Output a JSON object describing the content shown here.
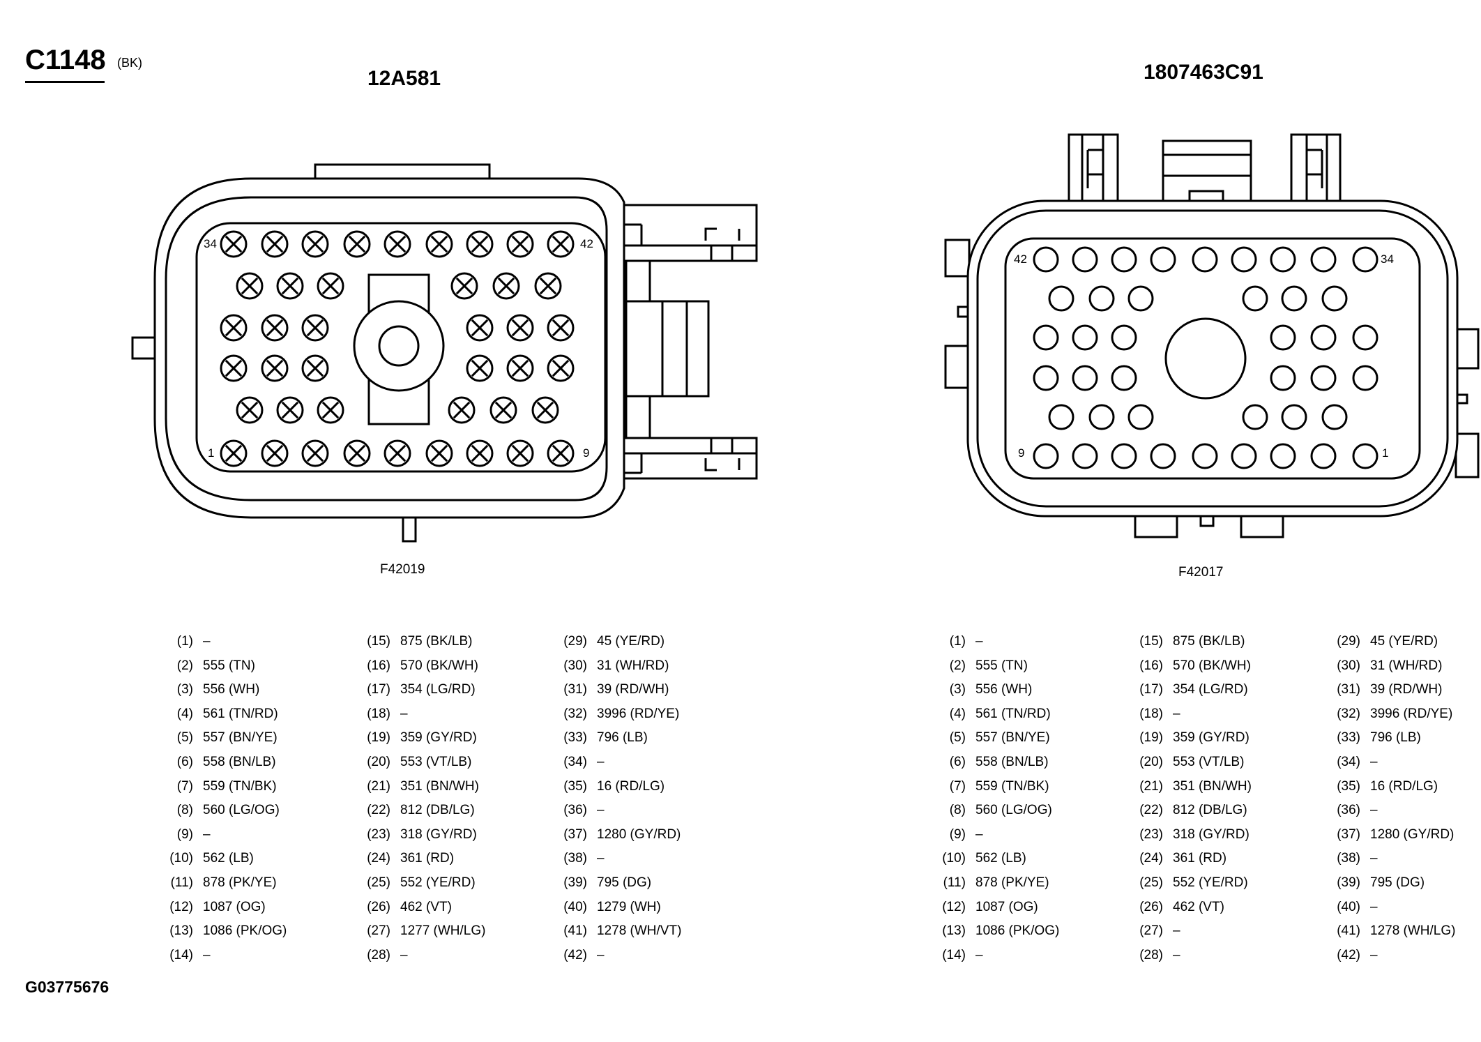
{
  "header": {
    "connector_id": "C1148",
    "connector_color": "(BK)",
    "left_part_number": "12A581",
    "right_part_number": "1807463C91"
  },
  "left_view": {
    "figure_id": "F42019",
    "pin_labels": {
      "top_left": "34",
      "top_right": "42",
      "bottom_left": "1",
      "bottom_right": "9"
    }
  },
  "right_view": {
    "figure_id": "F42017",
    "pin_labels": {
      "top_left": "42",
      "top_right": "34",
      "bottom_left": "9",
      "bottom_right": "1"
    }
  },
  "pins_left": [
    {
      "n": "(1)",
      "v": "–"
    },
    {
      "n": "(2)",
      "v": "555 (TN)"
    },
    {
      "n": "(3)",
      "v": "556 (WH)"
    },
    {
      "n": "(4)",
      "v": "561 (TN/RD)"
    },
    {
      "n": "(5)",
      "v": "557 (BN/YE)"
    },
    {
      "n": "(6)",
      "v": "558 (BN/LB)"
    },
    {
      "n": "(7)",
      "v": "559 (TN/BK)"
    },
    {
      "n": "(8)",
      "v": "560 (LG/OG)"
    },
    {
      "n": "(9)",
      "v": "–"
    },
    {
      "n": "(10)",
      "v": "562 (LB)"
    },
    {
      "n": "(11)",
      "v": "878 (PK/YE)"
    },
    {
      "n": "(12)",
      "v": "1087 (OG)"
    },
    {
      "n": "(13)",
      "v": "1086 (PK/OG)"
    },
    {
      "n": "(14)",
      "v": "–"
    },
    {
      "n": "(15)",
      "v": "875 (BK/LB)"
    },
    {
      "n": "(16)",
      "v": "570 (BK/WH)"
    },
    {
      "n": "(17)",
      "v": "354 (LG/RD)"
    },
    {
      "n": "(18)",
      "v": "–"
    },
    {
      "n": "(19)",
      "v": "359 (GY/RD)"
    },
    {
      "n": "(20)",
      "v": "553 (VT/LB)"
    },
    {
      "n": "(21)",
      "v": "351 (BN/WH)"
    },
    {
      "n": "(22)",
      "v": "812 (DB/LG)"
    },
    {
      "n": "(23)",
      "v": "318 (GY/RD)"
    },
    {
      "n": "(24)",
      "v": "361 (RD)"
    },
    {
      "n": "(25)",
      "v": "552 (YE/RD)"
    },
    {
      "n": "(26)",
      "v": "462 (VT)"
    },
    {
      "n": "(27)",
      "v": "1277 (WH/LG)"
    },
    {
      "n": "(28)",
      "v": "–"
    },
    {
      "n": "(29)",
      "v": "45 (YE/RD)"
    },
    {
      "n": "(30)",
      "v": "31 (WH/RD)"
    },
    {
      "n": "(31)",
      "v": "39 (RD/WH)"
    },
    {
      "n": "(32)",
      "v": "3996 (RD/YE)"
    },
    {
      "n": "(33)",
      "v": "796 (LB)"
    },
    {
      "n": "(34)",
      "v": "–"
    },
    {
      "n": "(35)",
      "v": "16 (RD/LG)"
    },
    {
      "n": "(36)",
      "v": "–"
    },
    {
      "n": "(37)",
      "v": "1280 (GY/RD)"
    },
    {
      "n": "(38)",
      "v": "–"
    },
    {
      "n": "(39)",
      "v": "795 (DG)"
    },
    {
      "n": "(40)",
      "v": "1279 (WH)"
    },
    {
      "n": "(41)",
      "v": "1278 (WH/VT)"
    },
    {
      "n": "(42)",
      "v": "–"
    }
  ],
  "pins_right": [
    {
      "n": "(1)",
      "v": "–"
    },
    {
      "n": "(2)",
      "v": "555 (TN)"
    },
    {
      "n": "(3)",
      "v": "556 (WH)"
    },
    {
      "n": "(4)",
      "v": "561 (TN/RD)"
    },
    {
      "n": "(5)",
      "v": "557 (BN/YE)"
    },
    {
      "n": "(6)",
      "v": "558 (BN/LB)"
    },
    {
      "n": "(7)",
      "v": "559 (TN/BK)"
    },
    {
      "n": "(8)",
      "v": "560 (LG/OG)"
    },
    {
      "n": "(9)",
      "v": "–"
    },
    {
      "n": "(10)",
      "v": "562 (LB)"
    },
    {
      "n": "(11)",
      "v": "878 (PK/YE)"
    },
    {
      "n": "(12)",
      "v": "1087 (OG)"
    },
    {
      "n": "(13)",
      "v": "1086 (PK/OG)"
    },
    {
      "n": "(14)",
      "v": "–"
    },
    {
      "n": "(15)",
      "v": "875 (BK/LB)"
    },
    {
      "n": "(16)",
      "v": "570 (BK/WH)"
    },
    {
      "n": "(17)",
      "v": "354 (LG/RD)"
    },
    {
      "n": "(18)",
      "v": "–"
    },
    {
      "n": "(19)",
      "v": "359 (GY/RD)"
    },
    {
      "n": "(20)",
      "v": "553 (VT/LB)"
    },
    {
      "n": "(21)",
      "v": "351 (BN/WH)"
    },
    {
      "n": "(22)",
      "v": "812 (DB/LG)"
    },
    {
      "n": "(23)",
      "v": "318 (GY/RD)"
    },
    {
      "n": "(24)",
      "v": "361 (RD)"
    },
    {
      "n": "(25)",
      "v": "552 (YE/RD)"
    },
    {
      "n": "(26)",
      "v": "462 (VT)"
    },
    {
      "n": "(27)",
      "v": "–"
    },
    {
      "n": "(28)",
      "v": "–"
    },
    {
      "n": "(29)",
      "v": "45 (YE/RD)"
    },
    {
      "n": "(30)",
      "v": "31 (WH/RD)"
    },
    {
      "n": "(31)",
      "v": "39 (RD/WH)"
    },
    {
      "n": "(32)",
      "v": "3996 (RD/YE)"
    },
    {
      "n": "(33)",
      "v": "796 (LB)"
    },
    {
      "n": "(34)",
      "v": "–"
    },
    {
      "n": "(35)",
      "v": "16 (RD/LG)"
    },
    {
      "n": "(36)",
      "v": "–"
    },
    {
      "n": "(37)",
      "v": "1280 (GY/RD)"
    },
    {
      "n": "(38)",
      "v": "–"
    },
    {
      "n": "(39)",
      "v": "795 (DG)"
    },
    {
      "n": "(40)",
      "v": "–"
    },
    {
      "n": "(41)",
      "v": "1278 (WH/LG)"
    },
    {
      "n": "(42)",
      "v": "–"
    }
  ],
  "footer": {
    "graphic_code": "G03775676"
  }
}
